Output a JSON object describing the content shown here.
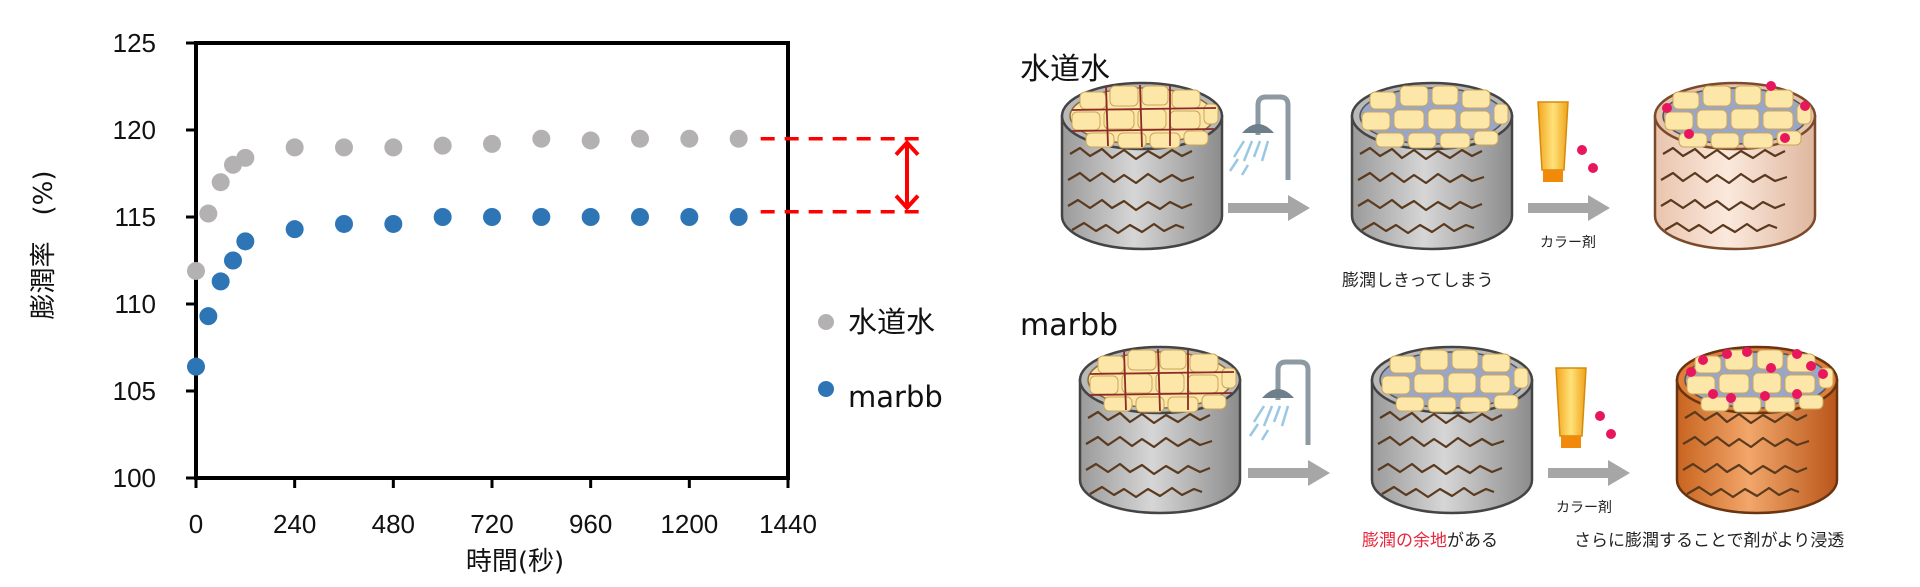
{
  "chart_data": {
    "type": "scatter",
    "xlabel": "時間(秒)",
    "ylabel": "膨潤率　(%)",
    "xlim": [
      0,
      1440
    ],
    "ylim": [
      100,
      125
    ],
    "x_ticks": [
      0,
      240,
      480,
      720,
      960,
      1200,
      1440
    ],
    "y_ticks": [
      100,
      105,
      110,
      115,
      120,
      125
    ],
    "legend_position": "right",
    "grid": false,
    "series": [
      {
        "name": "水道水",
        "color": "#b3b1b1",
        "x": [
          0,
          30,
          60,
          90,
          120,
          240,
          360,
          480,
          600,
          720,
          840,
          960,
          1080,
          1200,
          1320
        ],
        "y": [
          111.9,
          115.2,
          117.0,
          118.0,
          118.4,
          119.0,
          119.0,
          119.0,
          119.1,
          119.2,
          119.5,
          119.4,
          119.5,
          119.5,
          119.5
        ]
      },
      {
        "name": "marbb",
        "color": "#2e75b6",
        "x": [
          0,
          30,
          60,
          90,
          120,
          240,
          360,
          480,
          600,
          720,
          840,
          960,
          1080,
          1200,
          1320
        ],
        "y": [
          106.4,
          109.3,
          111.3,
          112.5,
          113.6,
          114.3,
          114.6,
          114.6,
          115.0,
          115.0,
          115.0,
          115.0,
          115.0,
          115.0,
          115.0
        ]
      }
    ],
    "annotation": {
      "type": "difference-arrow",
      "color": "#ff0000",
      "from": 115.3,
      "to": 119.5
    }
  },
  "diagram": {
    "rows": [
      {
        "title": "水道水",
        "mid_caption": "膨潤しきってしまう",
        "agent_label": "カラー剤"
      },
      {
        "title": "marbb",
        "mid_caption_red": "膨潤の余地",
        "mid_caption_rest": "がある",
        "agent_label": "カラー剤",
        "end_caption": "さらに膨潤することで剤がより浸透"
      }
    ],
    "colors": {
      "cortex_fill": "#fde7a8",
      "scale_fill": "#c9c9c9",
      "wall_tan": "#f7dccb",
      "wall_orange": "#e07d36",
      "dye": "#e8175d",
      "arrow": "#a6a6a6",
      "tube": "#f6c23e"
    }
  }
}
